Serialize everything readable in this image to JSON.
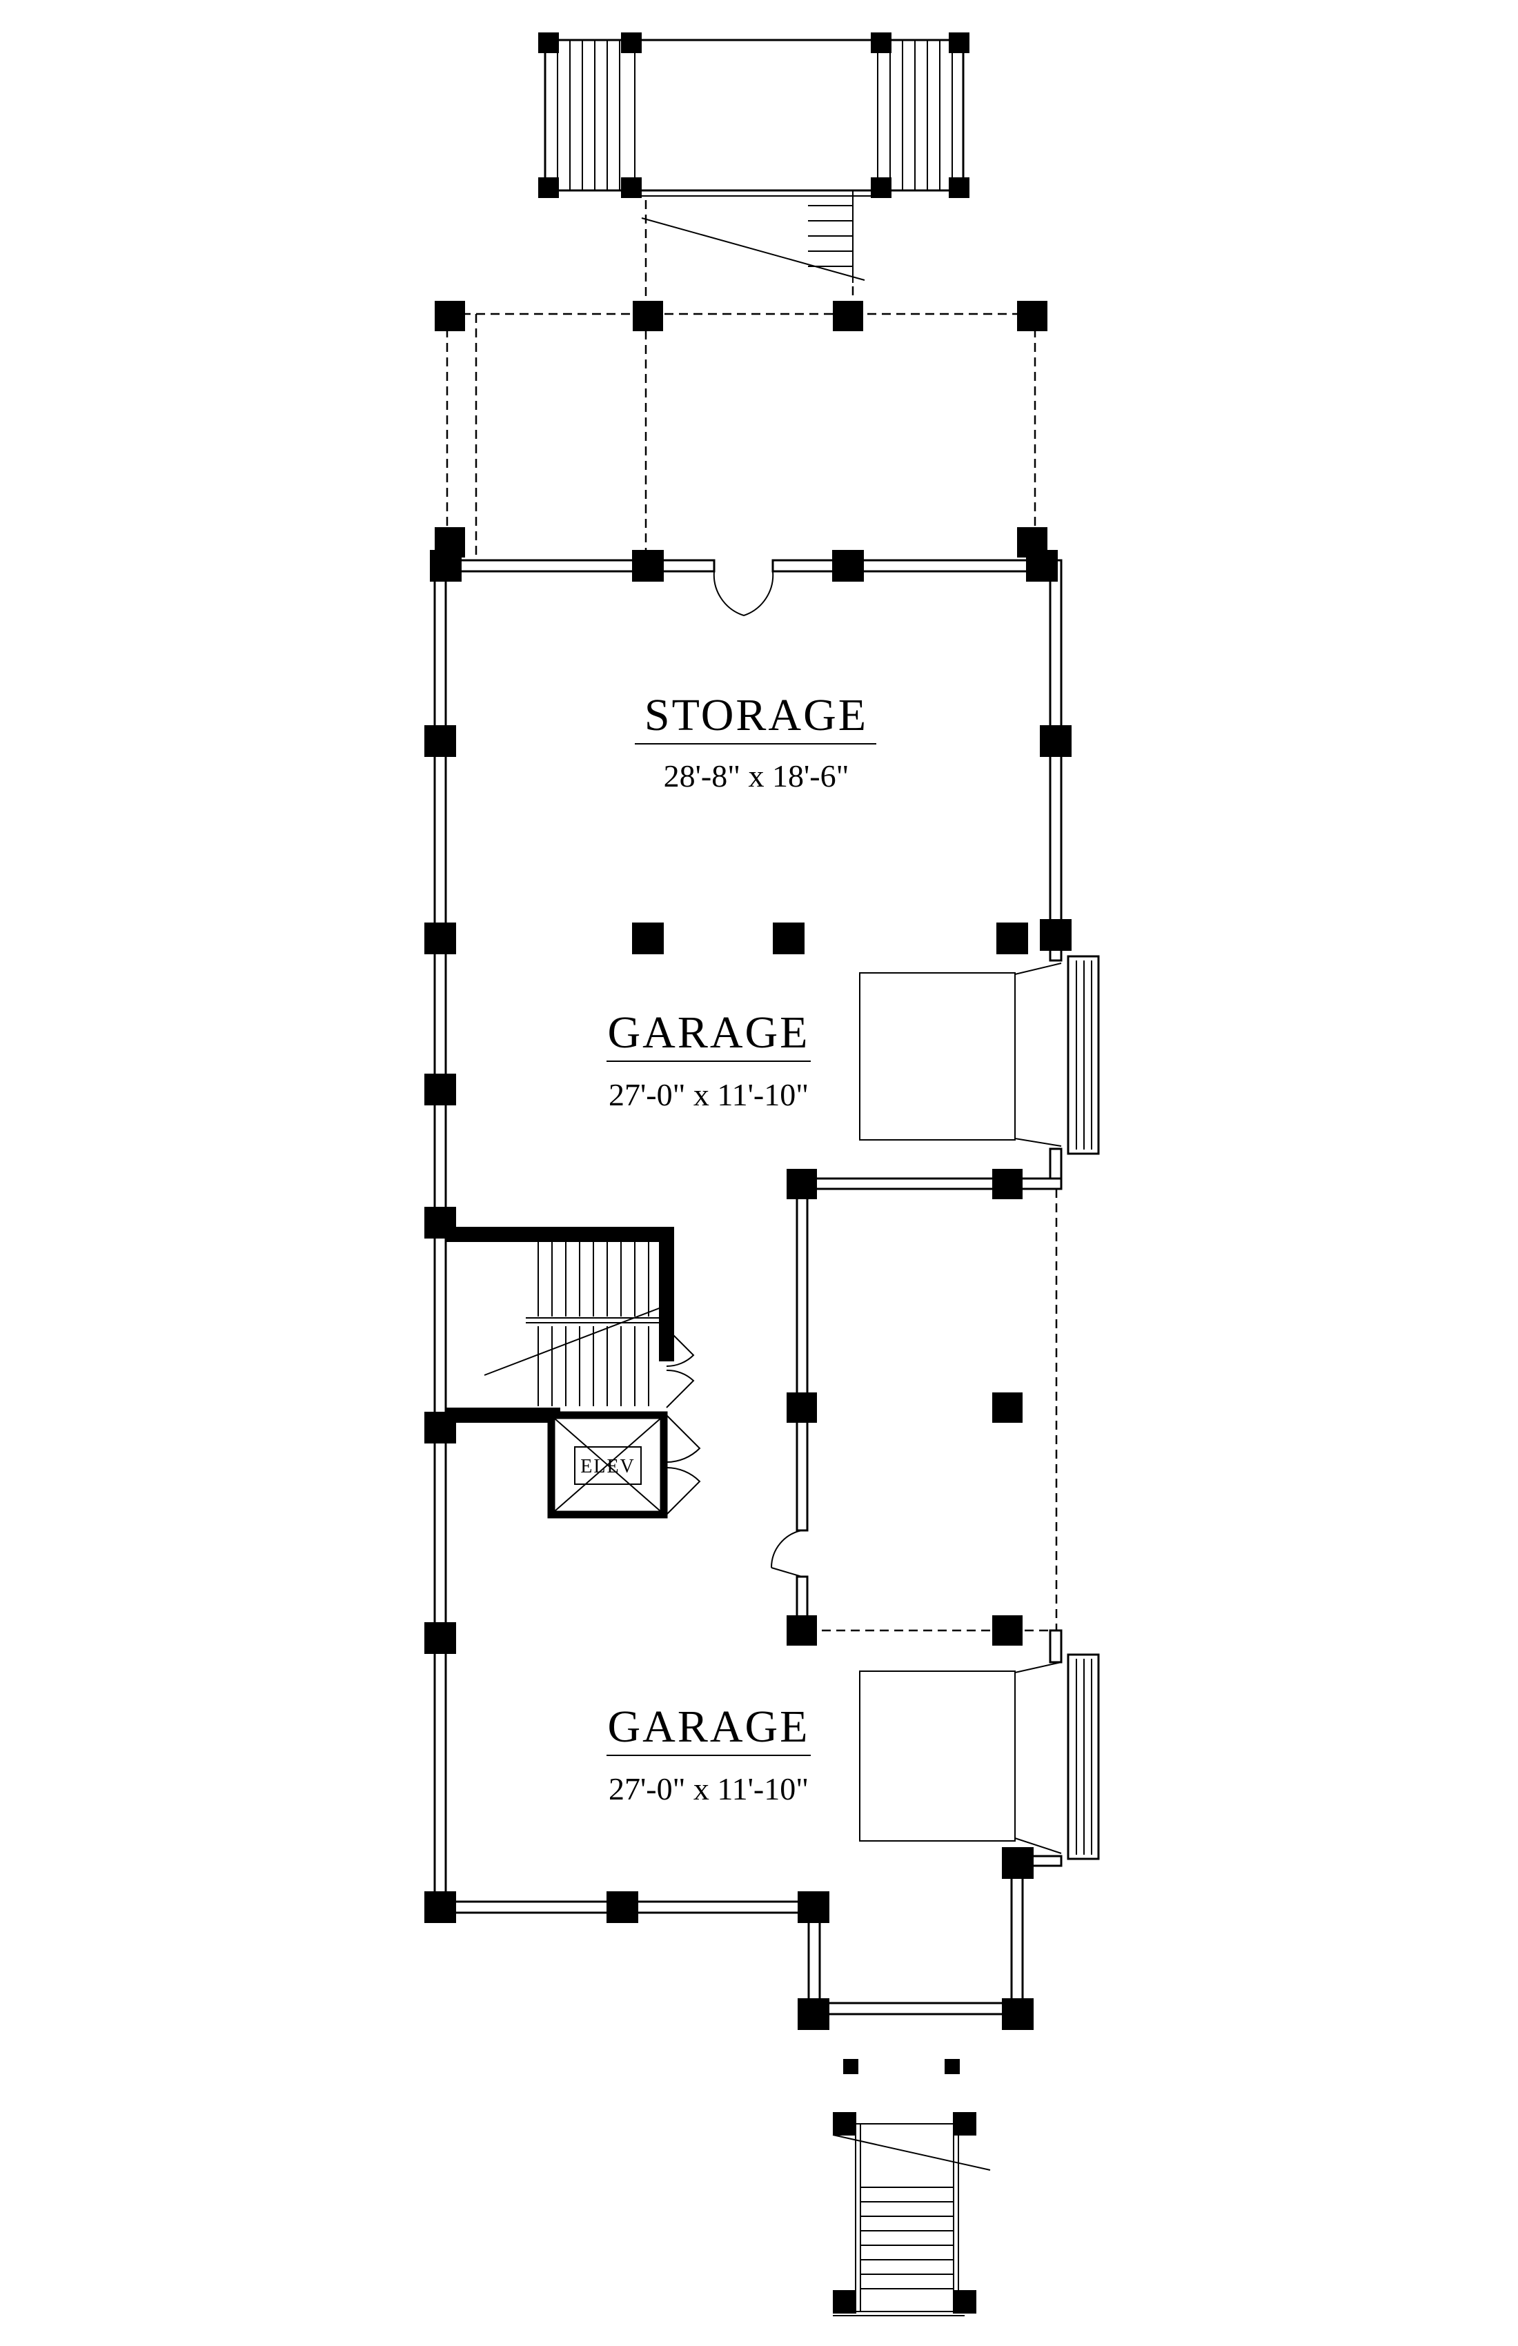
{
  "floor_plan": {
    "rooms": [
      {
        "label": "STORAGE",
        "dimensions": "28'-8\" x 18'-6\""
      },
      {
        "label": "GARAGE",
        "dimensions": "27'-0\" x 11'-10\""
      },
      {
        "label": "GARAGE",
        "dimensions": "27'-0\" x 11'-10\""
      }
    ],
    "elevator": {
      "label": "ELEV"
    },
    "colors": {
      "line": "#000000",
      "background": "#ffffff"
    }
  }
}
